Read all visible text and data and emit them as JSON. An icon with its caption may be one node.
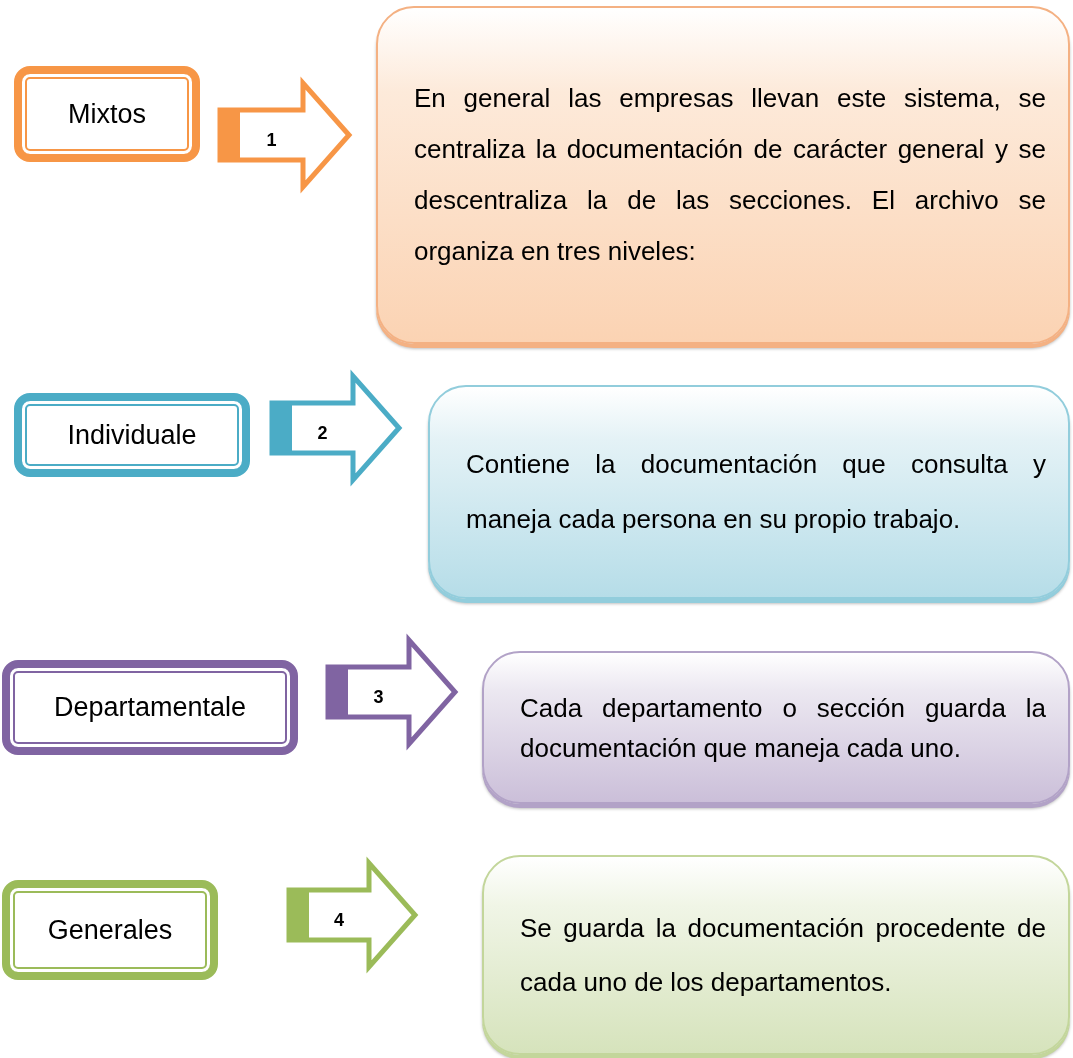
{
  "diagram": {
    "nodes": [
      {
        "text": [
          "Mixtos"
        ]
      },
      {
        "text": [
          "En general las empresas llevan este sistema, se centraliza la documentación de carácter general y se descentraliza la de las secciones. El archivo se organiza en tres niveles:"
        ]
      },
      {
        "text": [
          "Individuale"
        ]
      },
      {
        "text": [
          "Contiene la documentación que consulta y maneja cada persona en su propio trabajo."
        ]
      },
      {
        "text": [
          "Departamentale"
        ]
      },
      {
        "text": [
          "Cada departamento o sección guarda la documentación que maneja cada uno."
        ]
      },
      {
        "text": [
          "Generales"
        ]
      },
      {
        "text": [
          "Se guarda la documentación procedente de cada uno de los departamentos."
        ]
      }
    ],
    "edges": [
      {
        "from": 0,
        "to": 1,
        "arrow": "to",
        "label": "1",
        "color": "#f79646"
      },
      {
        "from": 2,
        "to": 3,
        "arrow": "to",
        "label": "2",
        "color": "#4bacc6"
      },
      {
        "from": 4,
        "to": 5,
        "arrow": "to",
        "label": "3",
        "color": "#8064a2"
      },
      {
        "from": 6,
        "to": 7,
        "arrow": "to",
        "label": "4",
        "color": "#9bbb59"
      }
    ]
  }
}
